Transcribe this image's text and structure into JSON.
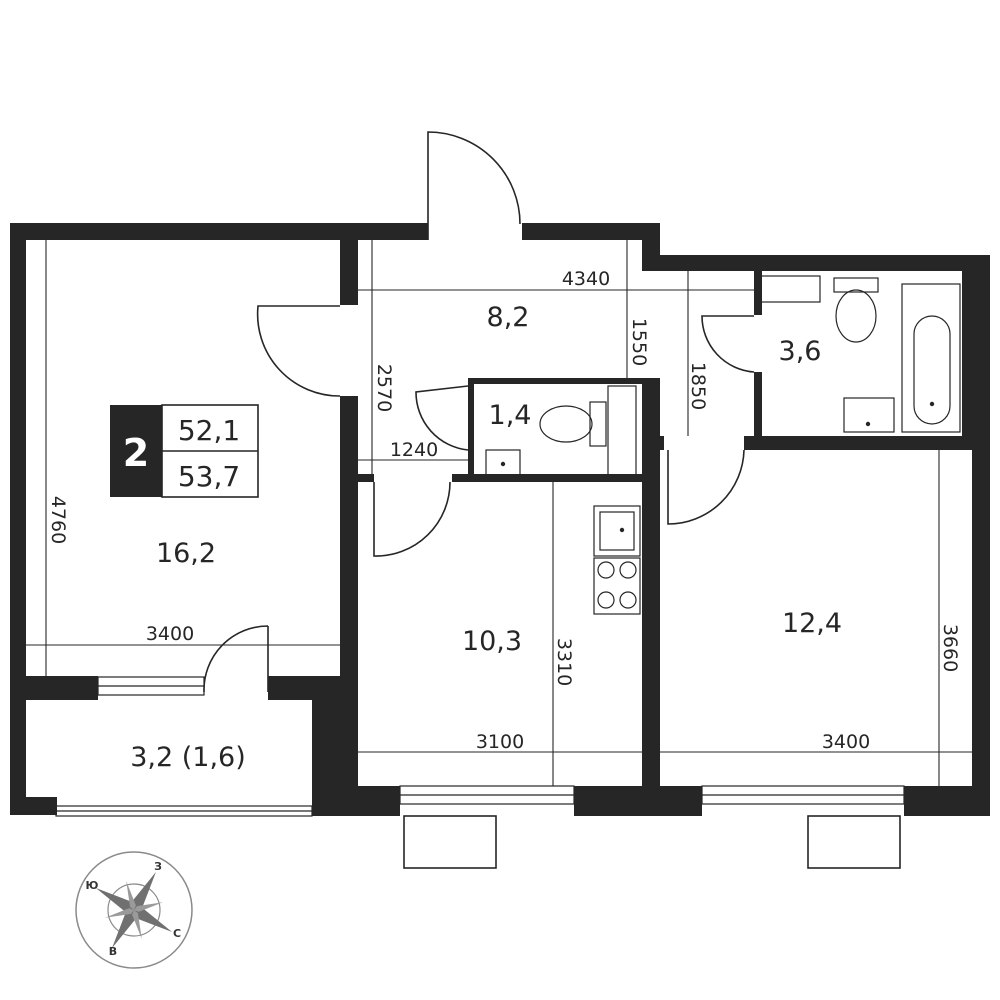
{
  "badge": {
    "rooms": "2",
    "area_living": "52,1",
    "area_total": "53,7"
  },
  "rooms": [
    {
      "id": "room_left",
      "area": "16,2"
    },
    {
      "id": "hall",
      "area": "8,2"
    },
    {
      "id": "wc",
      "area": "1,4"
    },
    {
      "id": "bathroom",
      "area": "3,6"
    },
    {
      "id": "kitchen",
      "area": "10,3"
    },
    {
      "id": "room_right",
      "area": "12,4"
    },
    {
      "id": "balcony",
      "area": "3,2 (1,6)"
    }
  ],
  "dimensions": {
    "left_height": "4760",
    "left_width": "3400",
    "hall_length": "4340",
    "hall_height": "2570",
    "hall_depth": "1550",
    "bath_height": "1850",
    "wc_width": "1240",
    "kitchen_height": "3310",
    "kitchen_width": "3100",
    "right_height": "3660",
    "right_width": "3400"
  },
  "compass": {
    "north": "З",
    "west": "Ю",
    "south": "В",
    "east": "С"
  },
  "colors": {
    "wall": "#262626",
    "compass": "#8a8a8a"
  }
}
